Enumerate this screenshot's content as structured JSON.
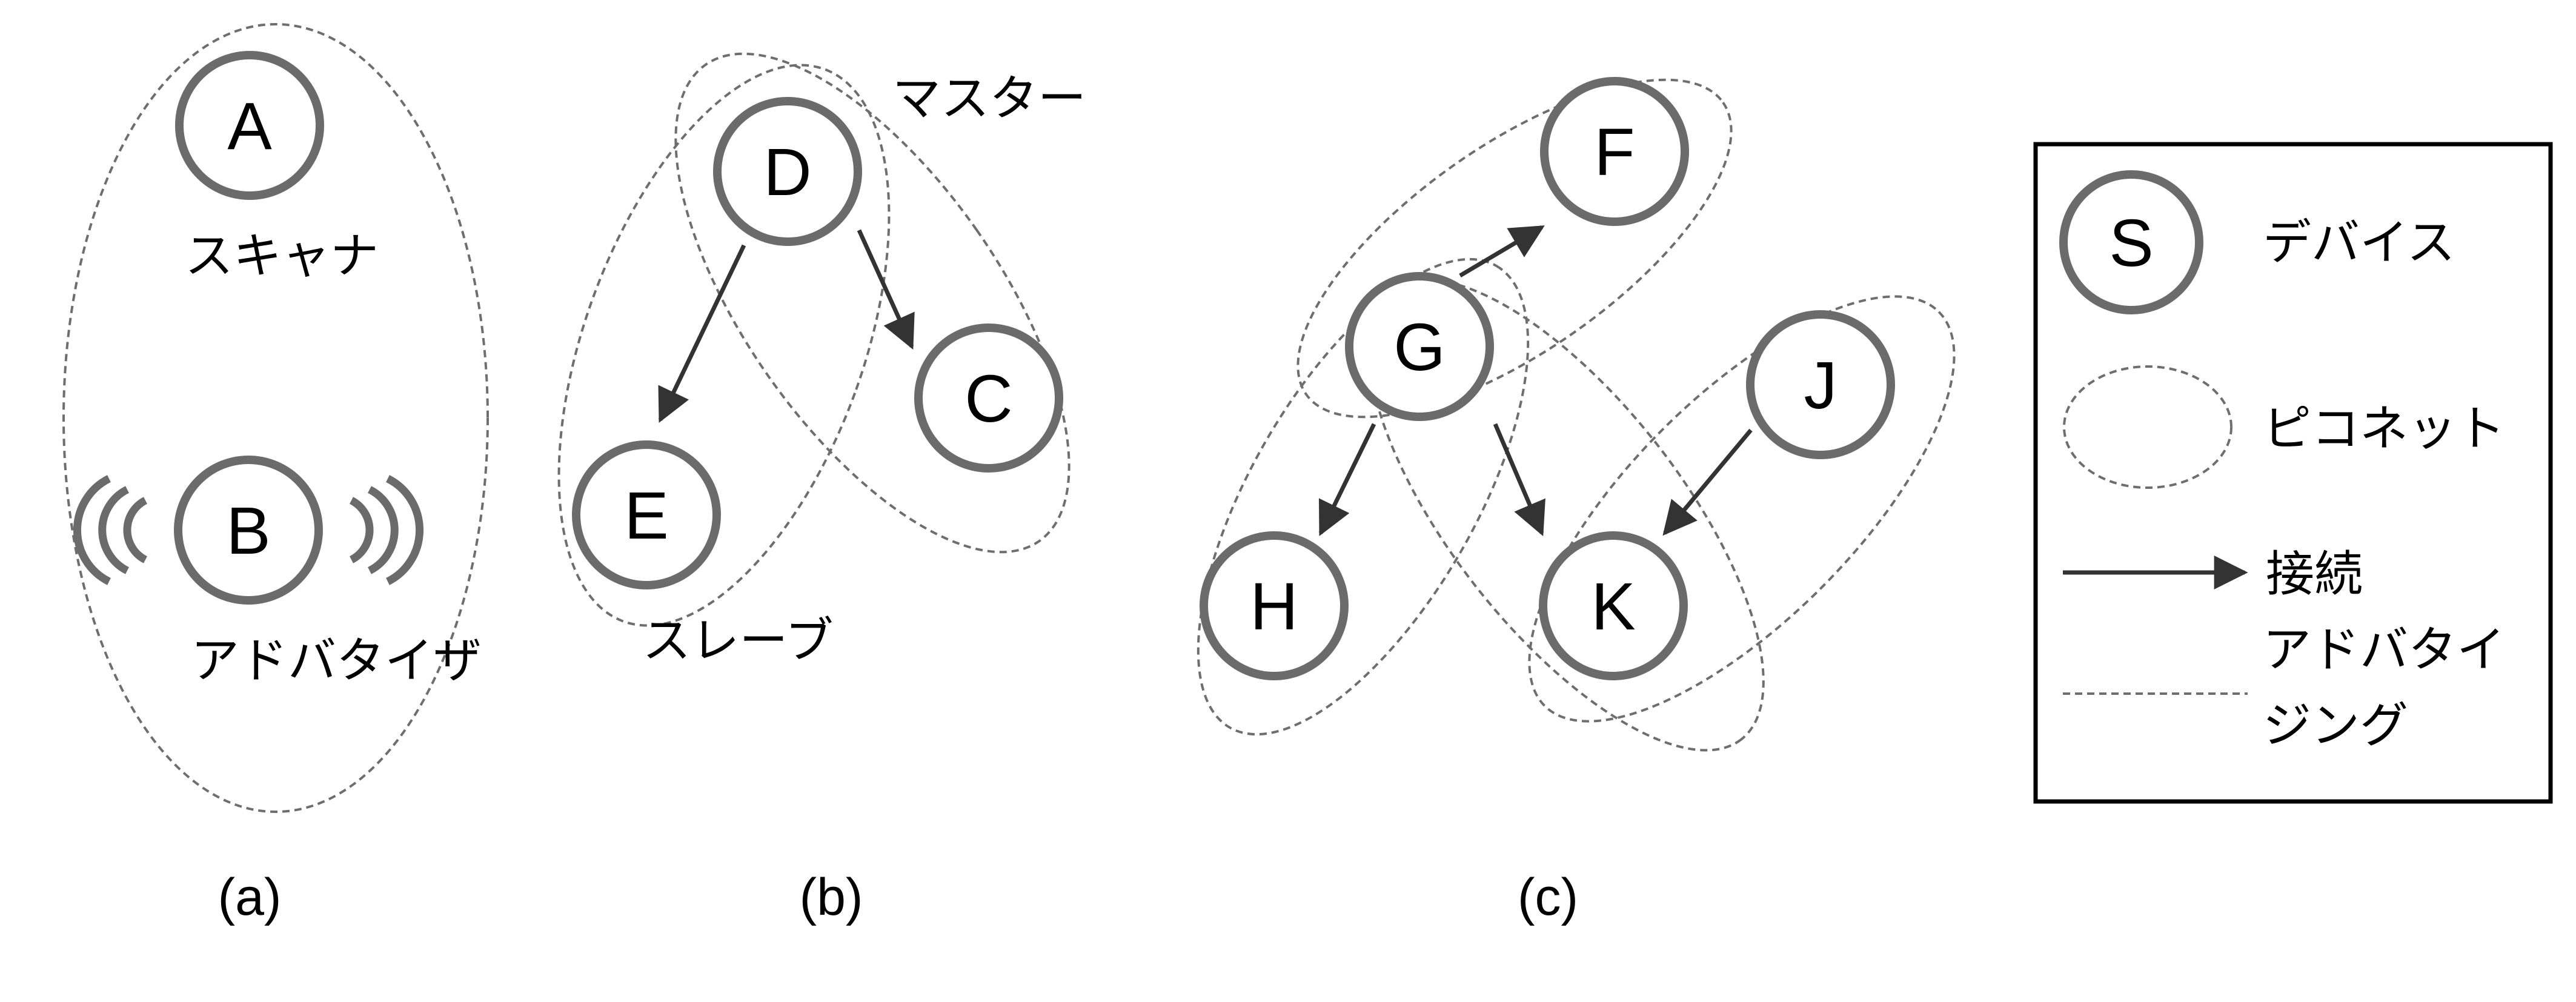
{
  "panels": [
    {
      "id": "a",
      "label": "(a)"
    },
    {
      "id": "b",
      "label": "(b)"
    },
    {
      "id": "c",
      "label": "(c)"
    }
  ],
  "nodes": {
    "A": "A",
    "B": "B",
    "C": "C",
    "D": "D",
    "E": "E",
    "F": "F",
    "G": "G",
    "H": "H",
    "J": "J",
    "K": "K"
  },
  "captions": {
    "scanner": "スキャナ",
    "advertiser": "アドバタイザ",
    "master": "マスター",
    "slave": "スレーブ"
  },
  "legend": {
    "device_symbol": "S",
    "device": "デバイス",
    "piconet": "ピコネット",
    "connection": "接続",
    "advertising_line1": "アドバタイ",
    "advertising_line2": "ジング"
  },
  "colors": {
    "node_stroke": "#6b6b6b",
    "piconet_stroke": "#6e6e6e",
    "arrow": "#333333"
  }
}
